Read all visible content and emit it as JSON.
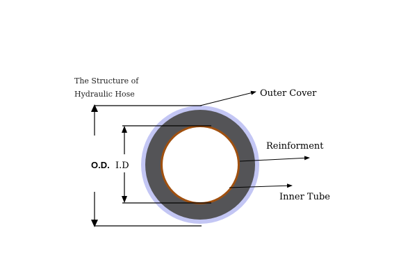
{
  "title": {
    "line1": "The Structure of",
    "line2": "Hydraulic Hose"
  },
  "labels": {
    "outer_cover": "Outer Cover",
    "reinforcement": "Reinforment",
    "inner_tube": "Inner Tube",
    "od": "O.D.",
    "id": "I.D"
  },
  "colors": {
    "outer_cover": "#c3c6f4",
    "reinforcement": "#545457",
    "inner_tube": "#a0500f",
    "bore": "#ffffff",
    "lines": "#000000"
  }
}
